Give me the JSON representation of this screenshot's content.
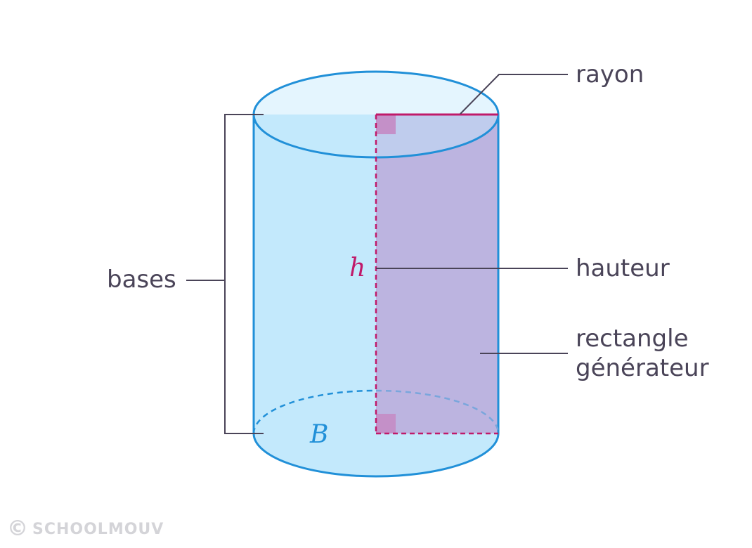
{
  "labels": {
    "rayon": "rayon",
    "hauteur": "hauteur",
    "rectangle_line1": "rectangle",
    "rectangle_line2": "générateur",
    "bases": "bases",
    "h": "h",
    "B": "B"
  },
  "watermark": {
    "symbol": "©",
    "text": "SCHOOLMOUV"
  },
  "colors": {
    "cylinder_fill": "#c3e9fc",
    "cylinder_stroke": "#2190d8",
    "rectangle_fill": "#bcb4e0",
    "accent_magenta": "#c01a6a",
    "right_angle_mark": "#c490c8",
    "leader_line": "#4a4458",
    "label_text": "#4a4458",
    "watermark": "#d4d4d8"
  }
}
